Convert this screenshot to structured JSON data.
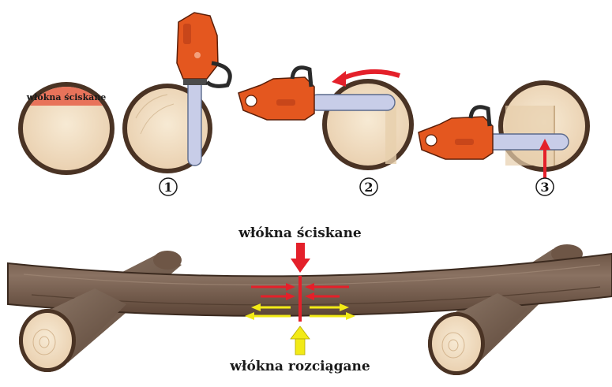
{
  "labels": {
    "compressed_small": "włókna ściskane",
    "compressed": "włókna ściskane",
    "tensioned": "włókna rozciągane"
  },
  "steps": [
    {
      "number": "1"
    },
    {
      "number": "2"
    },
    {
      "number": "3"
    }
  ],
  "colors": {
    "saw_body": "#e4571f",
    "bar": "#c8cde8",
    "wood_face": "#f3e2c8",
    "bark": "#4a3324",
    "compressed_band": "#e8735a",
    "red_arrow": "#e4202a",
    "yellow_arrow": "#f2ea16",
    "curve_arrow": "#e4202a"
  },
  "icons": [
    "chainsaw-icon",
    "log-cross-section-icon",
    "log-icon",
    "arrow-icon"
  ]
}
